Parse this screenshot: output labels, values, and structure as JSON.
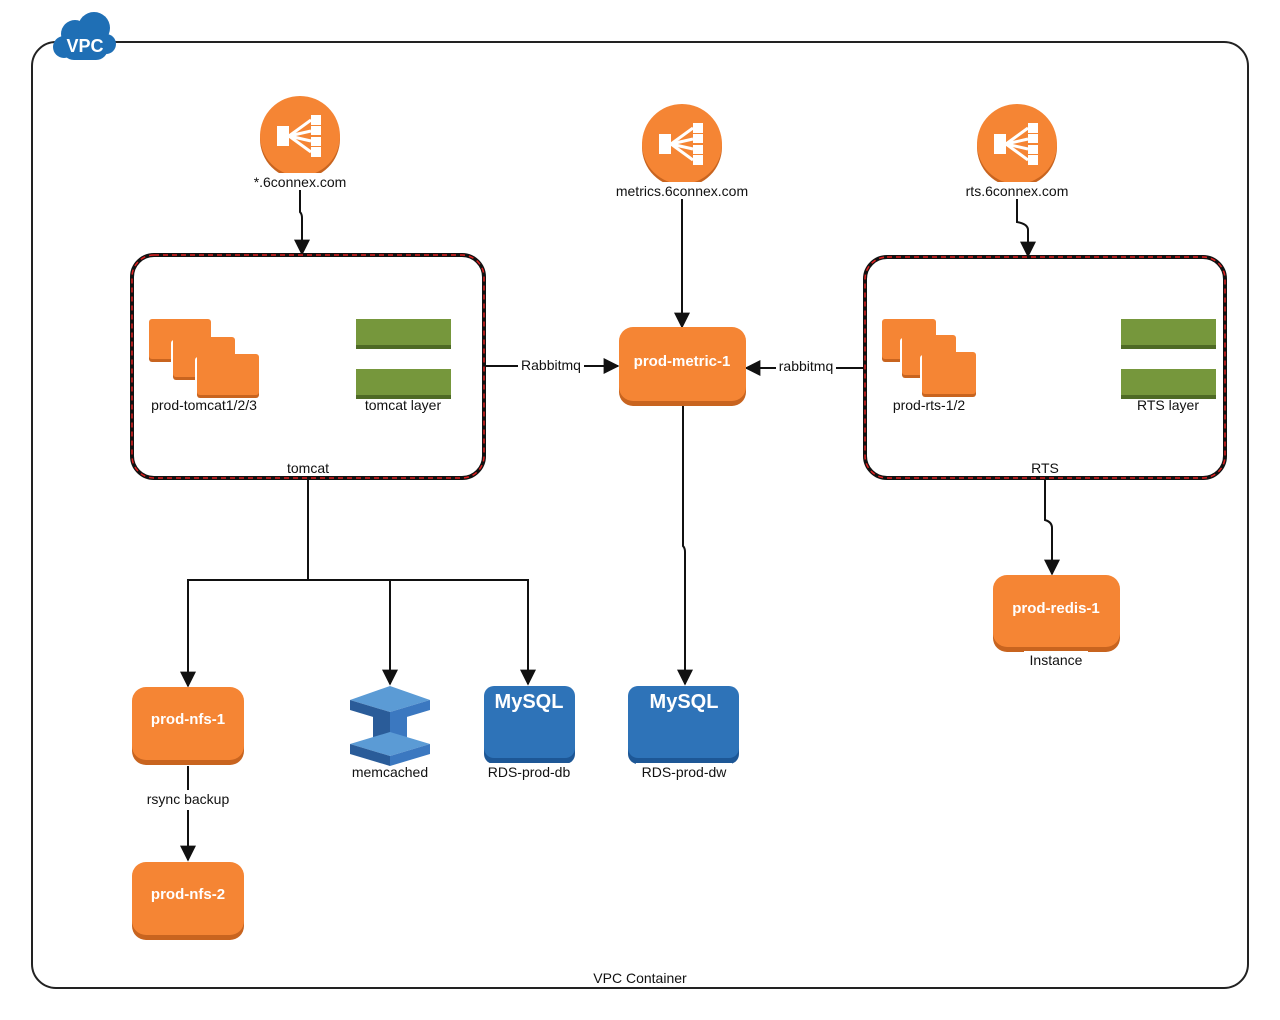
{
  "vpc": {
    "badge": "VPC",
    "container_label": "VPC Container"
  },
  "load_balancers": {
    "web": "*.6connex.com",
    "metrics": "metrics.6connex.com",
    "rts": "rts.6connex.com"
  },
  "groups": {
    "tomcat": {
      "name": "tomcat",
      "instances_label": "prod-tomcat1/2/3",
      "layer_label": "tomcat layer"
    },
    "rts": {
      "name": "RTS",
      "instances_label": "prod-rts-1/2",
      "layer_label": "RTS layer"
    }
  },
  "nodes": {
    "metric": "prod-metric-1",
    "redis": "prod-redis-1",
    "redis_caption": "Instance",
    "nfs1": "prod-nfs-1",
    "nfs2": "prod-nfs-2",
    "memcached": "memcached",
    "rds_db_logo": "MySQL",
    "rds_db": "RDS-prod-db",
    "rds_dw_logo": "MySQL",
    "rds_dw": "RDS-prod-dw"
  },
  "edges": {
    "tomcat_to_metric": "Rabbitmq",
    "rts_to_metric": "rabbitmq",
    "nfs_backup": "rsync backup"
  },
  "colors": {
    "aws_orange": "#f58534",
    "aws_orange_dark": "#c8641f",
    "layer_green": "#76973c",
    "rds_blue": "#2e73b8",
    "vpc_blue": "#1f6fb5",
    "group_dash": "#e02020"
  }
}
